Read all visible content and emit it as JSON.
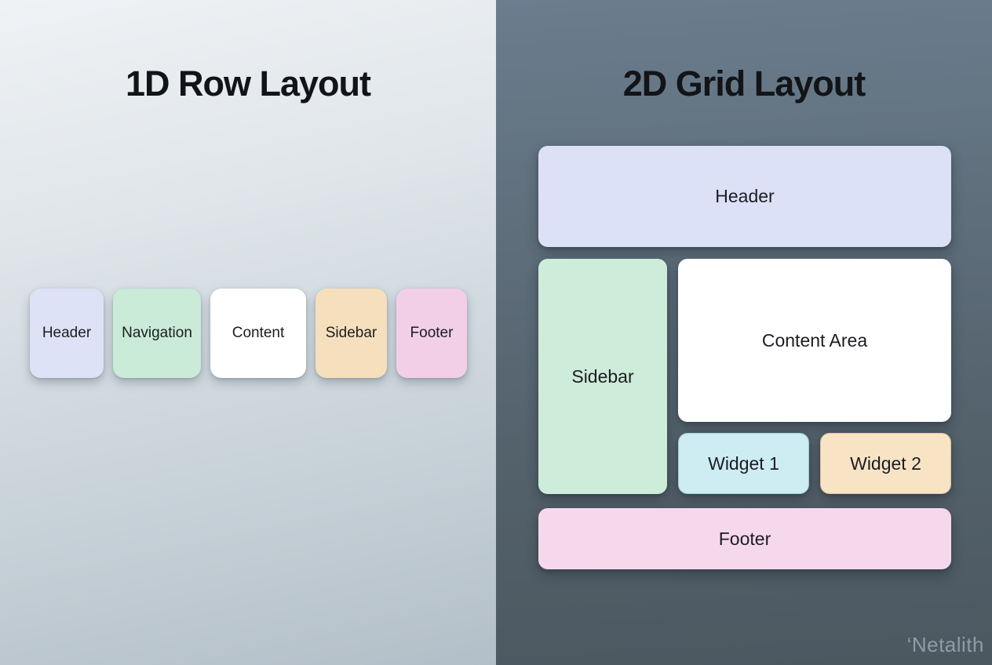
{
  "left_panel": {
    "title": "1D Row Layout",
    "boxes": [
      {
        "label": "Header",
        "color": "#dee2f6"
      },
      {
        "label": "Navigation",
        "color": "#c9ebd7"
      },
      {
        "label": "Content",
        "color": "#ffffff"
      },
      {
        "label": "Sidebar",
        "color": "#f6dfbd"
      },
      {
        "label": "Footer",
        "color": "#f3cfe7"
      }
    ]
  },
  "right_panel": {
    "title": "2D Grid Layout",
    "cells": {
      "header": {
        "label": "Header",
        "color": "#dce1f8"
      },
      "sidebar": {
        "label": "Sidebar",
        "color": "#cdecd9"
      },
      "content": {
        "label": "Content Area",
        "color": "#ffffff"
      },
      "widget1": {
        "label": "Widget 1",
        "color": "#cdedf3"
      },
      "widget2": {
        "label": "Widget 2",
        "color": "#f8e4c5"
      },
      "footer": {
        "label": "Footer",
        "color": "#f6d8ec"
      }
    }
  },
  "watermark": "‘Netalith",
  "colors": {
    "left_bg_top": "#eff2f5",
    "left_bg_bottom": "#b3bfc8",
    "right_bg_top": "#6b7d8e",
    "right_bg_bottom": "#4c5860",
    "title_text": "#121418",
    "box_text": "#1a1d22",
    "watermark_text": "#8e9ca7"
  }
}
